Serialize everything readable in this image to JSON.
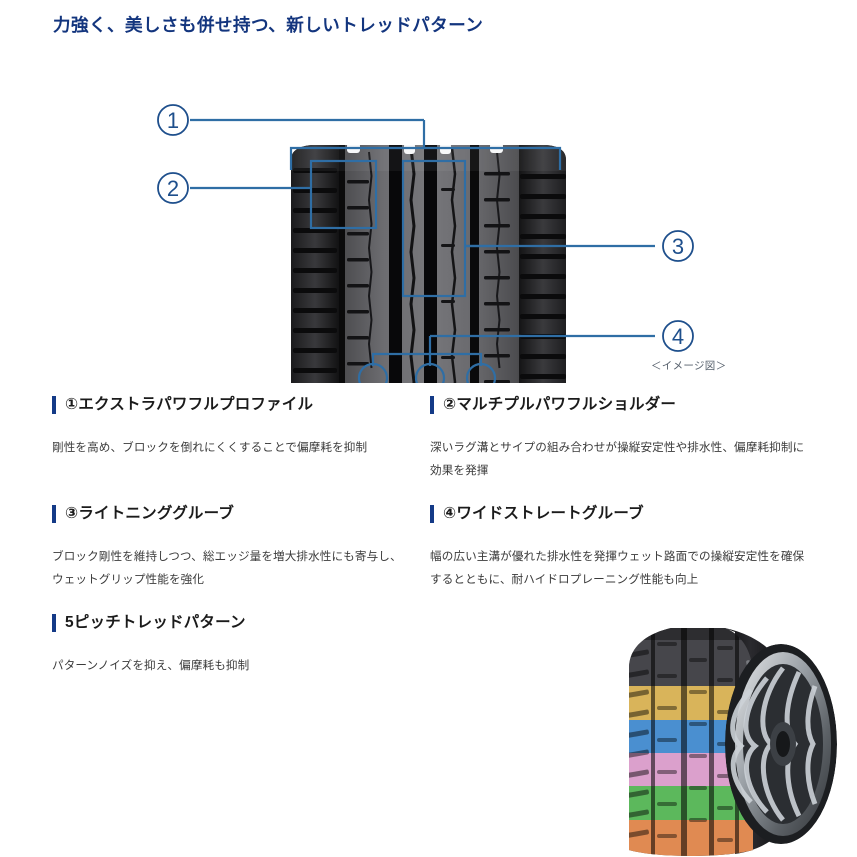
{
  "page": {
    "title": "力強く、美しさも併せ持つ、新しいトレッドパターン",
    "accent_color": "#143a87",
    "title_color": "#13357e",
    "callout_line_color": "#2f6ea5"
  },
  "figure": {
    "caption": "＜イメージ図＞",
    "callouts": [
      {
        "id": "1",
        "label": "①",
        "marker": "bracket-full-width"
      },
      {
        "id": "2",
        "label": "②",
        "marker": "rect-shoulder"
      },
      {
        "id": "3",
        "label": "③",
        "marker": "rect-center-grooves"
      },
      {
        "id": "4",
        "label": "④",
        "marker": "three-circles"
      }
    ]
  },
  "features": [
    {
      "number": "①",
      "title": "①エクストラパワフルプロファイル",
      "body": "剛性を高め、ブロックを倒れにくくすることで偏摩耗を抑制"
    },
    {
      "number": "②",
      "title": "②マルチプルパワフルショルダー",
      "body": "深いラグ溝とサイプの組み合わせが操縦安定性や排水性、偏摩耗抑制に効果を発揮"
    },
    {
      "number": "③",
      "title": "③ライトニンググルーブ",
      "body": "ブロック剛性を維持しつつ、総エッジ量を増大排水性にも寄与し、ウェットグリップ性能を強化"
    },
    {
      "number": "④",
      "title": "④ワイドストレートグルーブ",
      "body": "幅の広い主溝が優れた排水性を発揮ウェット路面での操縦安定性を確保するとともに、耐ハイドロプレーニング性能も向上"
    },
    {
      "number": "5",
      "title": "5ピッチトレッドパターン",
      "body": "パターンノイズを抑え、偏摩耗も抑制"
    }
  ],
  "pitch_photo": {
    "alt": "5ピッチトレッドパターンを色分けしたタイヤ写真",
    "band_colors": [
      "#d9b45a",
      "#4a8fd0",
      "#dba0cc",
      "#5cb85c",
      "#e08a52"
    ],
    "band_names": [
      "pitch-band-gold",
      "pitch-band-blue",
      "pitch-band-pink",
      "pitch-band-green",
      "pitch-band-orange"
    ]
  }
}
